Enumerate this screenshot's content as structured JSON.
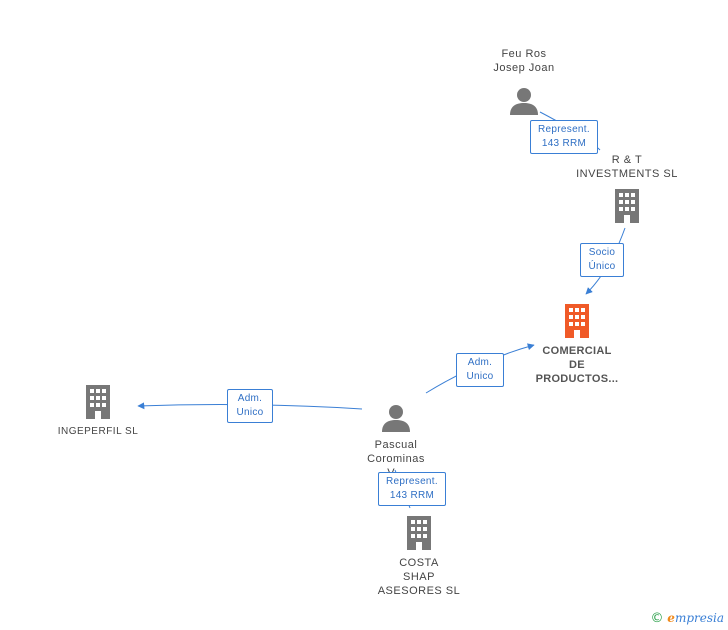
{
  "nodes": {
    "feu_ros": {
      "label": "Feu Ros\nJosep Joan",
      "kind": "person"
    },
    "rt_investments": {
      "label": "R & T\nINVESTMENTS SL",
      "kind": "company"
    },
    "comercial": {
      "label": "COMERCIAL\nDE\nPRODUCTOS...",
      "kind": "company-main"
    },
    "ingeperfil": {
      "label": "INGEPERFIL SL",
      "kind": "company"
    },
    "pascual": {
      "label": "Pascual\nCorominas\nV...",
      "kind": "person"
    },
    "costa_shap": {
      "label": "COSTA\nSHAP\nASESORES SL",
      "kind": "company"
    }
  },
  "relations": {
    "r1": "Represent.\n143 RRM",
    "r2": "Socio\nÚnico",
    "r3": "Adm.\nUnico",
    "r4": "Adm.\nUnico",
    "r5": "Represent.\n143 RRM"
  },
  "colors": {
    "accent": "#3a7fd5",
    "node_gray": "#777777",
    "main_node": "#f05a28"
  },
  "brand": {
    "copyright": "©",
    "initial": "e",
    "rest": "mpresia"
  }
}
